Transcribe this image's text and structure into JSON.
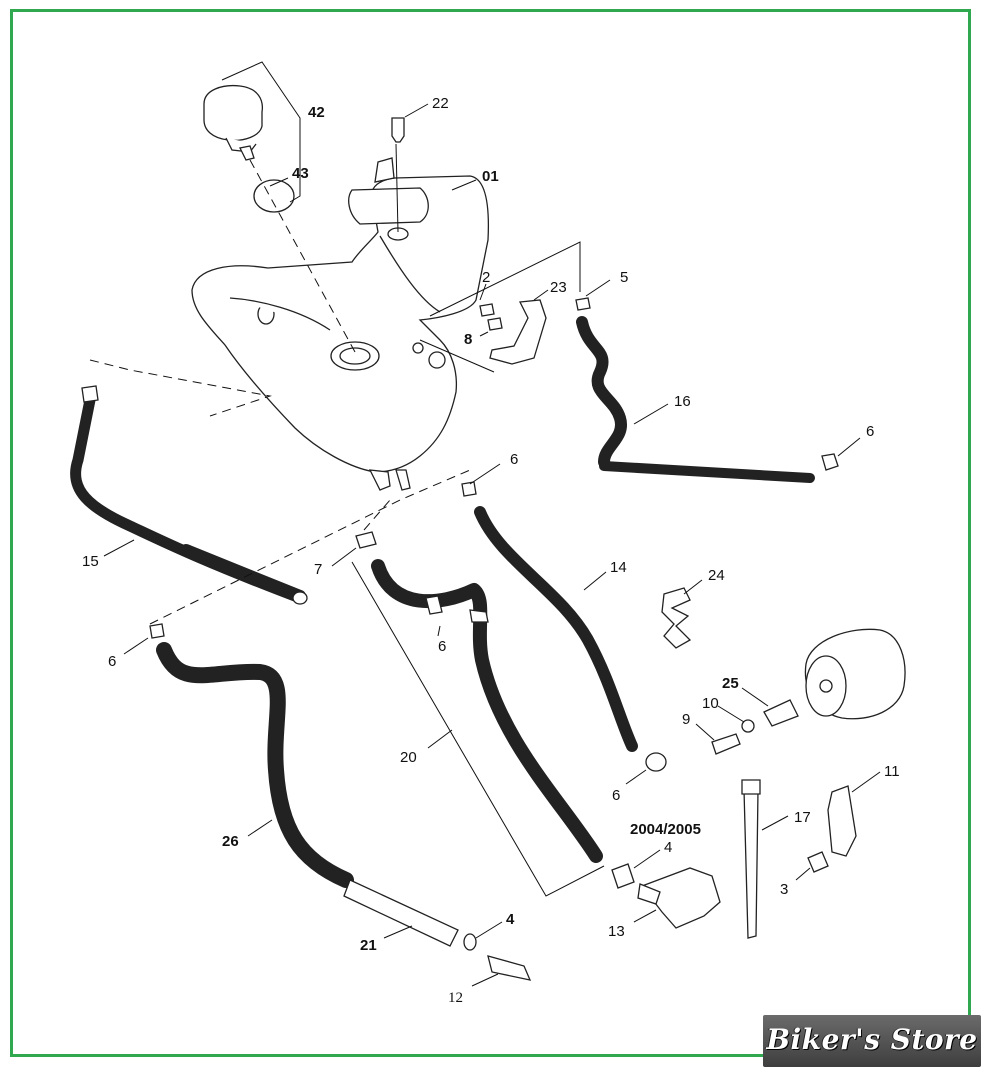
{
  "colors": {
    "frame": "#2fa84f",
    "line": "#222222",
    "hose_dark": "#1a1a1a",
    "watermark_bg": "#555555"
  },
  "parts": {
    "p01": "01",
    "p2": "2",
    "p3": "3",
    "p4a": "4",
    "p4b": "4",
    "p5": "5",
    "p6a": "6",
    "p6b": "6",
    "p6c": "6",
    "p6d": "6",
    "p6e": "6",
    "p7": "7",
    "p8": "8",
    "p9": "9",
    "p10": "10",
    "p11": "11",
    "p12": "12",
    "p13": "13",
    "p14": "14",
    "p15": "15",
    "p16": "16",
    "p17": "17",
    "p20": "20",
    "p21": "21",
    "p22": "22",
    "p23": "23",
    "p24": "24",
    "p25": "25",
    "p26": "26",
    "p42": "42",
    "p43": "43"
  },
  "notes": {
    "years": "2004/2005"
  },
  "watermark": {
    "text": "Biker's Store"
  }
}
